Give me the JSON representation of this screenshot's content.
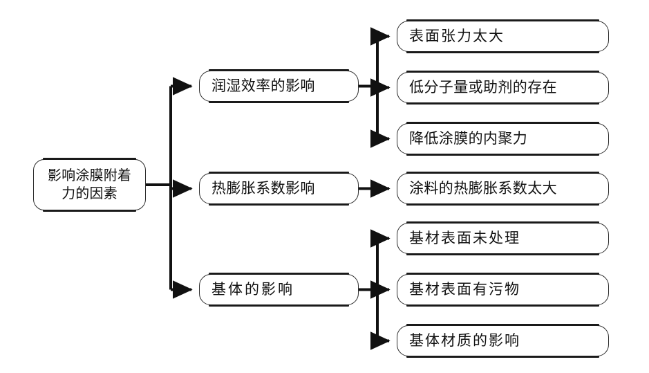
{
  "diagram": {
    "type": "tree",
    "orientation": "left-to-right",
    "root": {
      "id": "root",
      "label": "影响涂膜附着\n力的因素"
    },
    "branches": [
      {
        "id": "branch-0",
        "label": "润湿效率的影响",
        "children": [
          {
            "id": "leaf-0",
            "label": "表面张力太大"
          },
          {
            "id": "leaf-1",
            "label": "低分子量或助剂的存在"
          },
          {
            "id": "leaf-2",
            "label": "降低涂膜的内聚力"
          }
        ]
      },
      {
        "id": "branch-1",
        "label": "热膨胀系数影响",
        "children": [
          {
            "id": "leaf-3",
            "label": "涂料的热膨胀系数太大"
          }
        ]
      },
      {
        "id": "branch-2",
        "label": "基体的影响",
        "children": [
          {
            "id": "leaf-4",
            "label": "基材表面未处理"
          },
          {
            "id": "leaf-5",
            "label": "基材表面有污物"
          },
          {
            "id": "leaf-6",
            "label": "基体材质的影响"
          }
        ]
      }
    ],
    "style": {
      "background_color": "#ffffff",
      "node_fill": "#ffffff",
      "node_border_color": "#2b2b2b",
      "node_shadow_color": "#1a1a1a",
      "connector_color": "#111111",
      "text_color": "#111111",
      "arrowhead": "solid-triangle"
    }
  }
}
